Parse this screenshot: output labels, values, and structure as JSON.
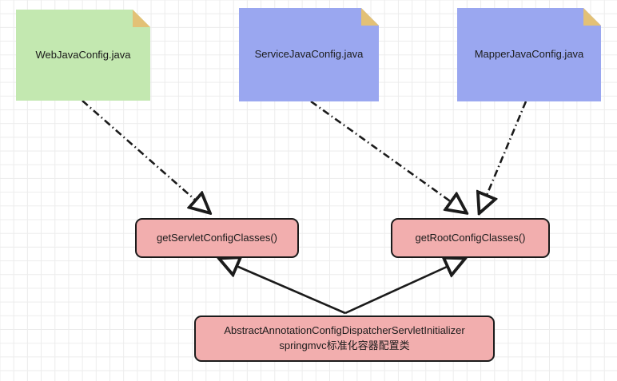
{
  "diagram": {
    "title": "springmvc standard container configuration class diagram",
    "background": {
      "grid": "true",
      "grid_color": "#ececec",
      "page_color": "#ffffff"
    },
    "colors": {
      "note_green_fill": "#c3e8b0",
      "note_blue_fill": "#9aa7f0",
      "note_fold": "#e3c176",
      "box_fill": "#f2aeae",
      "box_border": "#1b1b1b",
      "edge_color": "#1b1b1b"
    },
    "notes": [
      {
        "id": "web-java-config",
        "label": "WebJavaConfig.java",
        "color": "green"
      },
      {
        "id": "service-java-config",
        "label": "ServiceJavaConfig.java",
        "color": "blue"
      },
      {
        "id": "mapper-java-config",
        "label": "MapperJavaConfig.java",
        "color": "blue"
      }
    ],
    "boxes": [
      {
        "id": "get-servlet-config-classes",
        "label": "getServletConfigClasses()"
      },
      {
        "id": "get-root-config-classes",
        "label": "getRootConfigClasses()"
      },
      {
        "id": "abstract-initializer",
        "label": "AbstractAnnotationConfigDispatcherServletInitializer\nspringmvc标准化容器配置类",
        "line1": "AbstractAnnotationConfigDispatcherServletInitializer",
        "line2": "springmvc标准化容器配置类"
      }
    ],
    "edges": [
      {
        "id": "edge-web-to-servlet",
        "from": "WebJavaConfig.java",
        "to": "getServletConfigClasses()",
        "style": "dash-dot",
        "arrow": "open-triangle"
      },
      {
        "id": "edge-service-to-root",
        "from": "ServiceJavaConfig.java",
        "to": "getRootConfigClasses()",
        "style": "dash-dot",
        "arrow": "open-triangle"
      },
      {
        "id": "edge-mapper-to-root",
        "from": "MapperJavaConfig.java",
        "to": "getRootConfigClasses()",
        "style": "dash-dot",
        "arrow": "open-triangle"
      },
      {
        "id": "edge-initializer-to-servlet",
        "from": "AbstractAnnotationConfigDispatcherServletInitializer",
        "to": "getServletConfigClasses()",
        "style": "solid",
        "arrow": "open-triangle"
      },
      {
        "id": "edge-initializer-to-root",
        "from": "AbstractAnnotationConfigDispatcherServletInitializer",
        "to": "getRootConfigClasses()",
        "style": "solid",
        "arrow": "open-triangle"
      }
    ]
  }
}
